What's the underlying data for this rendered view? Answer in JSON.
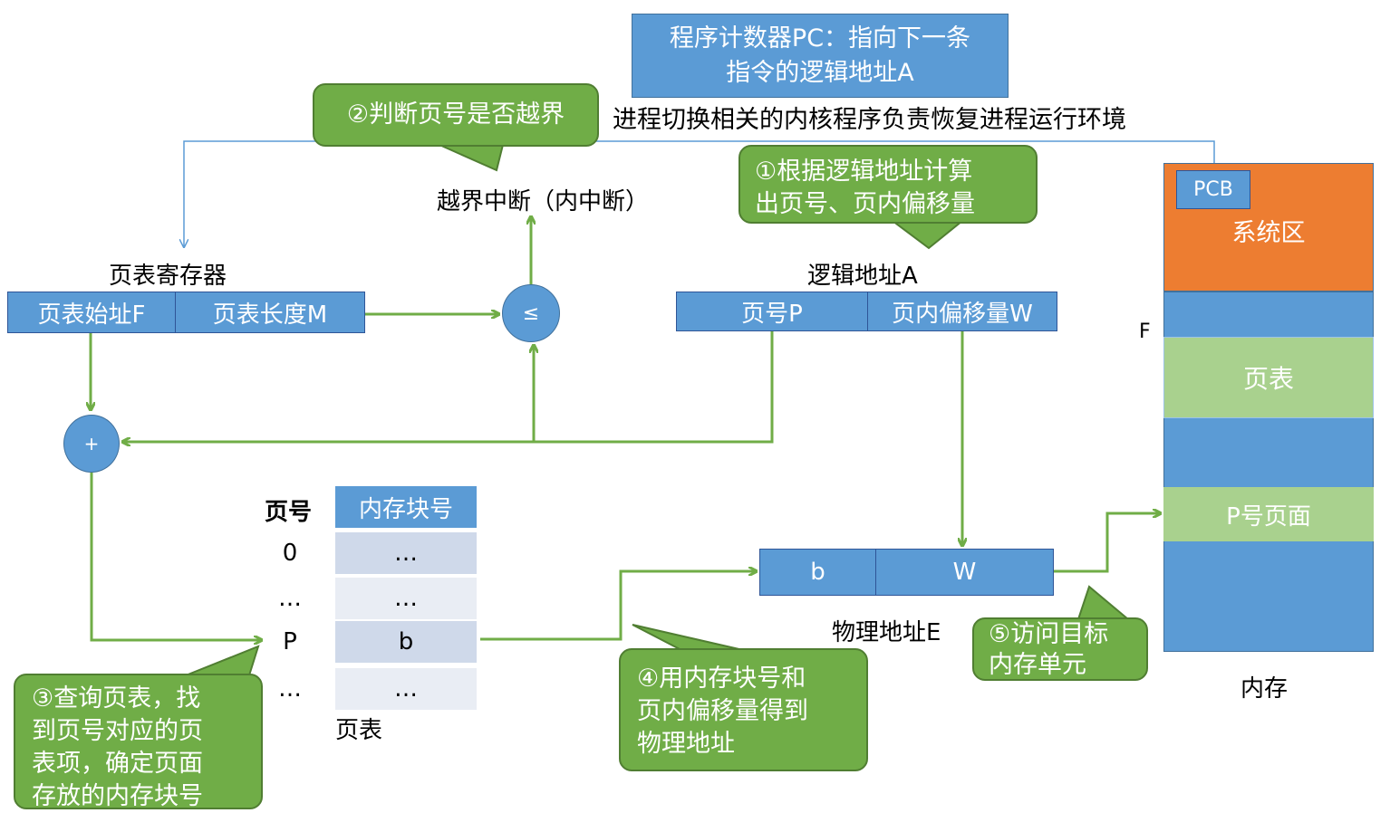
{
  "pc_box": {
    "line1": "程序计数器PC：指向下一条",
    "line2": "指令的逻辑地址A"
  },
  "context_switch_note": "进程切换相关的内核程序负责恢复进程运行环境",
  "overflow_interrupt": "越界中断（内中断）",
  "page_table_register": {
    "title": "页表寄存器",
    "start_field": "页表始址F",
    "length_field": "页表长度M"
  },
  "comparator": "≤",
  "adder": "+",
  "logical_address": {
    "title": "逻辑地址A",
    "page_field": "页号P",
    "offset_field": "页内偏移量W"
  },
  "physical_address": {
    "title": "物理地址E",
    "block_field": "b",
    "offset_field": "W"
  },
  "page_table": {
    "header_page": "页号",
    "header_block": "内存块号",
    "rows": [
      {
        "page": "0",
        "block": "…"
      },
      {
        "page": "…",
        "block": "…"
      },
      {
        "page": "P",
        "block": "b"
      },
      {
        "page": "…",
        "block": "…"
      }
    ],
    "caption": "页表"
  },
  "memory": {
    "pcb": "PCB",
    "system_area": "系统区",
    "f_marker": "F",
    "page_table_area": "页表",
    "page_p_area": "P号页面",
    "caption": "内存"
  },
  "bubbles": {
    "step1": "①根据逻辑地址计算\n出页号、页内偏移量",
    "step2": "②判断页号是否越界",
    "step3": "③查询页表，找\n到页号对应的页\n表项，确定页面\n存放的内存块号",
    "step4": "④用内存块号和\n页内偏移量得到\n物理地址",
    "step5": "⑤访问目标\n内存单元"
  },
  "colors": {
    "blue": "#5b9bd5",
    "green": "#70ad47",
    "orange": "#ed7d31",
    "light_green": "#a9d18e",
    "arrow_green": "#70ad47",
    "arrow_blue": "#5b9bd5"
  }
}
